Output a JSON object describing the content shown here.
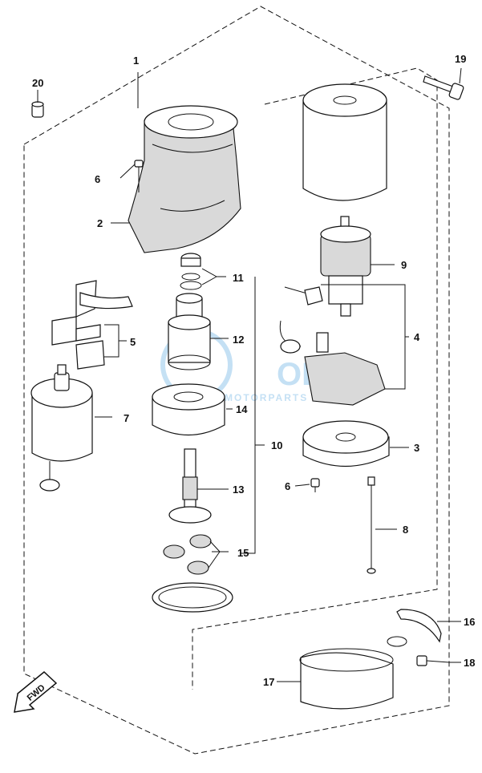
{
  "diagram": {
    "callouts": [
      "1",
      "2",
      "3",
      "4",
      "5",
      "6",
      "6",
      "7",
      "8",
      "9",
      "10",
      "11",
      "12",
      "13",
      "14",
      "15",
      "16",
      "17",
      "18",
      "19",
      "20"
    ],
    "fwd_badge": "FWD",
    "watermark": {
      "brand": "OEM",
      "sub": "MOTORPARTS"
    }
  }
}
